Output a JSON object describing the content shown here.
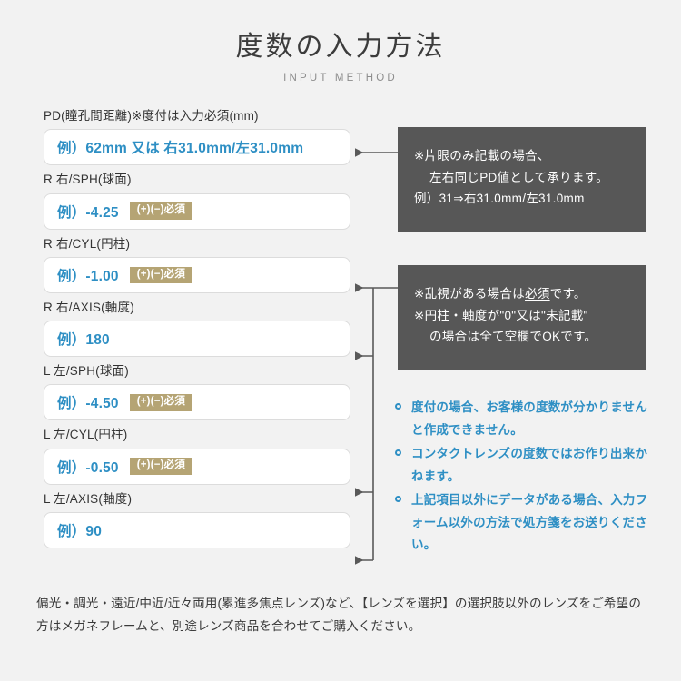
{
  "header": {
    "title_ja": "度数の入力方法",
    "title_en": "INPUT METHOD"
  },
  "form": {
    "fields": [
      {
        "key": "pd",
        "label": "PD(瞳孔間距離)※度付は入力必須(mm)",
        "value": "例）62mm 又は 右31.0mm/左31.0mm",
        "badge": null
      },
      {
        "key": "r_sph",
        "label": "R 右/SPH(球面)",
        "value": "例）-4.25",
        "badge": "(+)(−)必須"
      },
      {
        "key": "r_cyl",
        "label": "R 右/CYL(円柱)",
        "value": "例）-1.00",
        "badge": "(+)(−)必須"
      },
      {
        "key": "r_axis",
        "label": "R 右/AXIS(軸度)",
        "value": "例）180",
        "badge": null
      },
      {
        "key": "l_sph",
        "label": "L 左/SPH(球面)",
        "value": "例）-4.50",
        "badge": "(+)(−)必須"
      },
      {
        "key": "l_cyl",
        "label": "L 左/CYL(円柱)",
        "value": "例）-0.50",
        "badge": "(+)(−)必須"
      },
      {
        "key": "l_axis",
        "label": "L 左/AXIS(軸度)",
        "value": "例）90",
        "badge": null
      }
    ]
  },
  "callouts": [
    {
      "key": "pd-note",
      "lines": [
        {
          "text": "※片眼のみ記載の場合、",
          "indent": false,
          "underline": null
        },
        {
          "text": "左右同じPD値として承ります。",
          "indent": true,
          "underline": null
        },
        {
          "text": "例）31⇒右31.0mm/左31.0mm",
          "indent": false,
          "underline": null
        }
      ]
    },
    {
      "key": "cyl-axis-note",
      "lines": [
        {
          "text": "※乱視がある場合は必須です。",
          "indent": false,
          "underline": "必須"
        },
        {
          "text": "※円柱・軸度が\"0\"又は\"未記載\"",
          "indent": false,
          "underline": null
        },
        {
          "text": "の場合は全て空欄でOKです。",
          "indent": true,
          "underline": null
        }
      ]
    }
  ],
  "notes": {
    "items": [
      "度付の場合、お客様の度数が分かりませんと作成できません。",
      "コンタクトレンズの度数ではお作り出来かねます。",
      "上記項目以外にデータがある場合、入力フォーム以外の方法で処方箋をお送りください。"
    ]
  },
  "footer": {
    "text": "偏光・調光・遠近/中近/近々両用(累進多焦点レンズ)など、【レンズを選択】の選択肢以外のレンズをご希望の方はメガネフレームと、別途レンズ商品を合わせてご購入ください。"
  },
  "colors": {
    "background": "#f2f2f2",
    "accent_blue": "#2e8fc4",
    "badge_khaki": "#b5a474",
    "callout_gray": "#575757",
    "connector_gray": "#595959",
    "input_border": "#dcdcdc"
  }
}
